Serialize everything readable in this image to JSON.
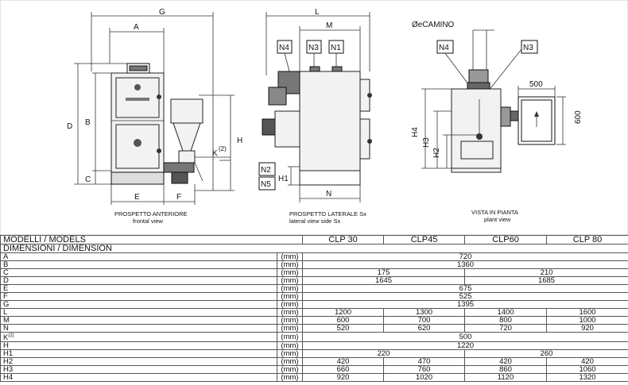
{
  "views": {
    "front_caption": "PROSPETTO ANTERIORE",
    "front_caption_en": "frontal view",
    "lateral_caption": "PROSPETTO LATERALE Sx",
    "lateral_caption_en": "lateral view side Sx",
    "plan_caption": "VISTA IN PIANTA",
    "plan_caption_en": "plant view"
  },
  "labels": {
    "G": "G",
    "A": "A",
    "D": "D",
    "B": "B",
    "C": "C",
    "E": "E",
    "F": "F",
    "H": "H",
    "K": "K",
    "K_sup": "(2)",
    "L": "L",
    "M": "M",
    "N": "N",
    "H1": "H1",
    "N1": "N1",
    "N2": "N2",
    "N3": "N3",
    "N4": "N4",
    "N5": "N5",
    "camino": "ØeCAMINO",
    "plan_N3": "N3",
    "plan_N4": "N4",
    "H2": "H2",
    "H3": "H3",
    "H4": "H4",
    "w500": "500",
    "h600": "600"
  },
  "table": {
    "header_models": "MODELLI / MODELS",
    "header_dimensions": "DIMENSIONI / DIMENSION",
    "models": [
      "CLP 30",
      "CLP45",
      "CLP60",
      "CLP 80"
    ],
    "unit": "(mm)",
    "rows": [
      {
        "name": "A",
        "cells": [
          {
            "span": 4,
            "v": "720"
          }
        ]
      },
      {
        "name": "B",
        "cells": [
          {
            "span": 4,
            "v": "1360"
          }
        ]
      },
      {
        "name": "C",
        "cells": [
          {
            "span": 2,
            "v": "175"
          },
          {
            "span": 2,
            "v": "210"
          }
        ]
      },
      {
        "name": "D",
        "cells": [
          {
            "span": 2,
            "v": "1645"
          },
          {
            "span": 2,
            "v": "1685"
          }
        ]
      },
      {
        "name": "E",
        "cells": [
          {
            "span": 4,
            "v": "675"
          }
        ]
      },
      {
        "name": "F",
        "cells": [
          {
            "span": 4,
            "v": "525"
          }
        ]
      },
      {
        "name": "G",
        "cells": [
          {
            "span": 4,
            "v": "1395"
          }
        ]
      },
      {
        "name": "L",
        "cells": [
          {
            "span": 1,
            "v": "1200"
          },
          {
            "span": 1,
            "v": "1300"
          },
          {
            "span": 1,
            "v": "1400"
          },
          {
            "span": 1,
            "v": "1600"
          }
        ]
      },
      {
        "name": "M",
        "cells": [
          {
            "span": 1,
            "v": "600"
          },
          {
            "span": 1,
            "v": "700"
          },
          {
            "span": 1,
            "v": "800"
          },
          {
            "span": 1,
            "v": "1000"
          }
        ]
      },
      {
        "name": "N",
        "cells": [
          {
            "span": 1,
            "v": "520"
          },
          {
            "span": 1,
            "v": "620"
          },
          {
            "span": 1,
            "v": "720"
          },
          {
            "span": 1,
            "v": "920"
          }
        ]
      },
      {
        "name": "K",
        "sup": "(2)",
        "cells": [
          {
            "span": 4,
            "v": "500"
          }
        ]
      },
      {
        "name": "H",
        "cells": [
          {
            "span": 4,
            "v": "1220"
          }
        ]
      },
      {
        "name": "H1",
        "cells": [
          {
            "span": 2,
            "v": "220"
          },
          {
            "span": 2,
            "v": "260"
          }
        ]
      },
      {
        "name": "H2",
        "cells": [
          {
            "span": 1,
            "v": "420"
          },
          {
            "span": 1,
            "v": "470"
          },
          {
            "span": 1,
            "v": "420"
          },
          {
            "span": 1,
            "v": "420"
          }
        ]
      },
      {
        "name": "H3",
        "cells": [
          {
            "span": 1,
            "v": "660"
          },
          {
            "span": 1,
            "v": "760"
          },
          {
            "span": 1,
            "v": "860"
          },
          {
            "span": 1,
            "v": "1060"
          }
        ]
      },
      {
        "name": "H4",
        "cells": [
          {
            "span": 1,
            "v": "920"
          },
          {
            "span": 1,
            "v": "1020"
          },
          {
            "span": 1,
            "v": "1120"
          },
          {
            "span": 1,
            "v": "1320"
          }
        ]
      }
    ]
  }
}
